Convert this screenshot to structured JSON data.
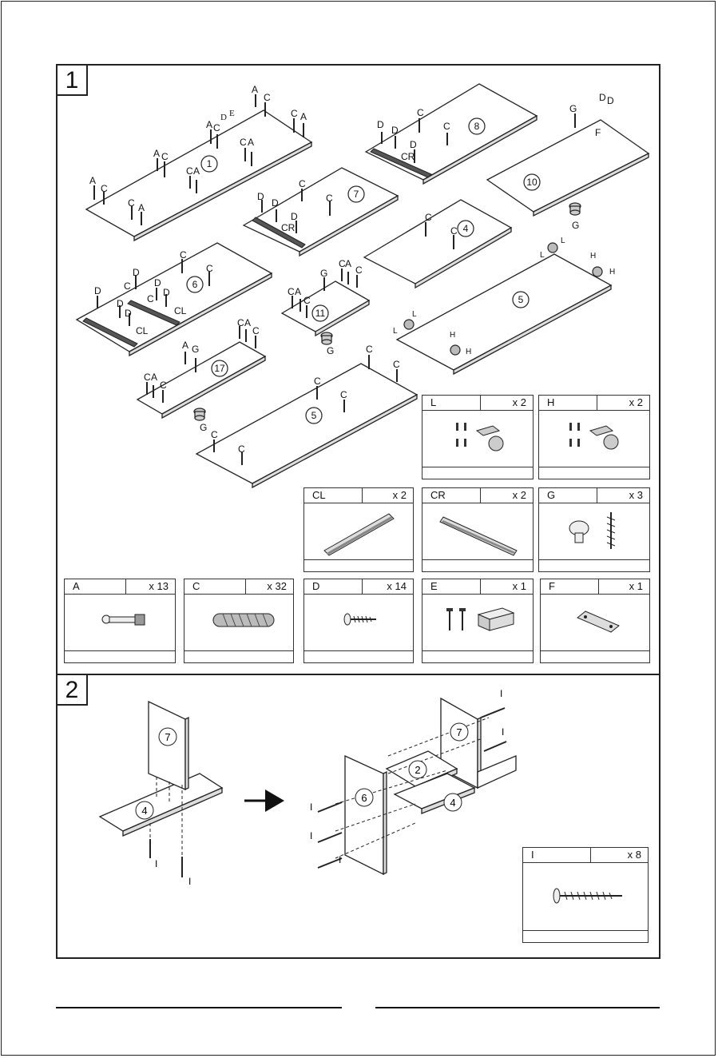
{
  "steps": [
    {
      "number": "1"
    },
    {
      "number": "2"
    }
  ],
  "step1_part_labels": {
    "boards": [
      "1",
      "7",
      "8",
      "10",
      "4",
      "5",
      "6",
      "11",
      "17",
      "5"
    ],
    "hardware_letters": [
      "A",
      "C",
      "D",
      "E",
      "F",
      "G",
      "H",
      "L",
      "CL",
      "CR"
    ]
  },
  "parts": [
    {
      "code": "L",
      "qty": "x 2",
      "icon": "caster-with-screws-icon"
    },
    {
      "code": "H",
      "qty": "x 2",
      "icon": "caster-with-screws-icon"
    },
    {
      "code": "CL",
      "qty": "x 2",
      "icon": "drawer-rail-left-icon"
    },
    {
      "code": "CR",
      "qty": "x 2",
      "icon": "drawer-rail-right-icon"
    },
    {
      "code": "G",
      "qty": "x 3",
      "icon": "knob-and-screw-icon"
    },
    {
      "code": "A",
      "qty": "x 13",
      "icon": "cam-bolt-icon"
    },
    {
      "code": "C",
      "qty": "x 32",
      "icon": "wooden-dowel-icon"
    },
    {
      "code": "D",
      "qty": "x 14",
      "icon": "short-screw-icon"
    },
    {
      "code": "E",
      "qty": "x 1",
      "icon": "magnetic-catch-icon"
    },
    {
      "code": "F",
      "qty": "x 1",
      "icon": "metal-plate-icon"
    }
  ],
  "step2": {
    "left_boards": [
      "7",
      "4"
    ],
    "right_boards": [
      "7",
      "2",
      "6",
      "4"
    ],
    "screw_letter": "I",
    "part_box": {
      "code": "I",
      "qty": "x 8",
      "icon": "long-screw-icon"
    }
  }
}
